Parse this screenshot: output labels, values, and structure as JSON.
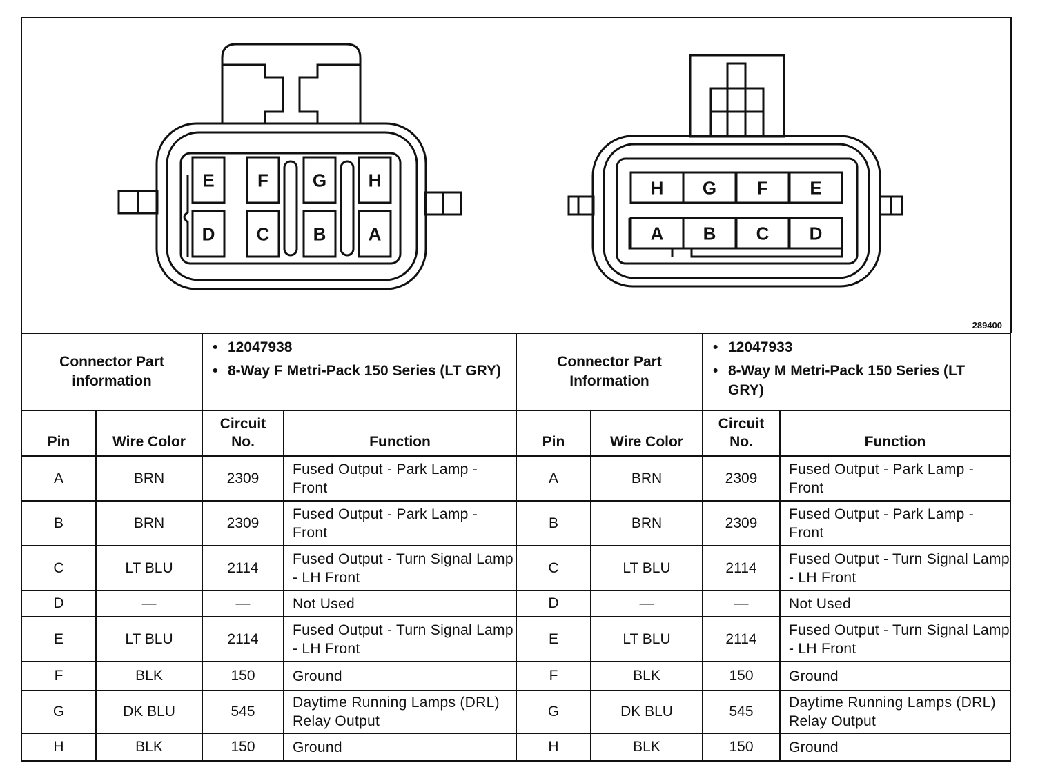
{
  "figure_id": "289400",
  "left_connector": {
    "label": "Connector Part information",
    "info": [
      "12047938",
      "8-Way F Metri-Pack 150 Series (LT GRY)"
    ],
    "cavities_top": [
      "E",
      "F",
      "G",
      "H"
    ],
    "cavities_bottom": [
      "D",
      "C",
      "B",
      "A"
    ]
  },
  "right_connector": {
    "label": "Connector Part Information",
    "info": [
      "12047933",
      "8-Way M Metri-Pack 150 Series (LT GRY)"
    ],
    "cavities_top": [
      "H",
      "G",
      "F",
      "E"
    ],
    "cavities_bottom": [
      "A",
      "B",
      "C",
      "D"
    ]
  },
  "columns": {
    "pin": "Pin",
    "wire": "Wire Color",
    "circuit": "Circuit No.",
    "function": "Function"
  },
  "rows": [
    {
      "pin": "A",
      "wire": "BRN",
      "circuit": "2309",
      "function": "Fused Output - Park Lamp - Front"
    },
    {
      "pin": "B",
      "wire": "BRN",
      "circuit": "2309",
      "function": "Fused Output - Park Lamp - Front"
    },
    {
      "pin": "C",
      "wire": "LT BLU",
      "circuit": "2114",
      "function": "Fused Output - Turn Signal Lamp - LH Front"
    },
    {
      "pin": "D",
      "wire": "—",
      "circuit": "—",
      "function": "Not Used"
    },
    {
      "pin": "E",
      "wire": "LT BLU",
      "circuit": "2114",
      "function": "Fused Output - Turn Signal Lamp - LH Front"
    },
    {
      "pin": "F",
      "wire": "BLK",
      "circuit": "150",
      "function": "Ground"
    },
    {
      "pin": "G",
      "wire": "DK BLU",
      "circuit": "545",
      "function": "Daytime Running Lamps (DRL) Relay Output"
    },
    {
      "pin": "H",
      "wire": "BLK",
      "circuit": "150",
      "function": "Ground"
    }
  ]
}
